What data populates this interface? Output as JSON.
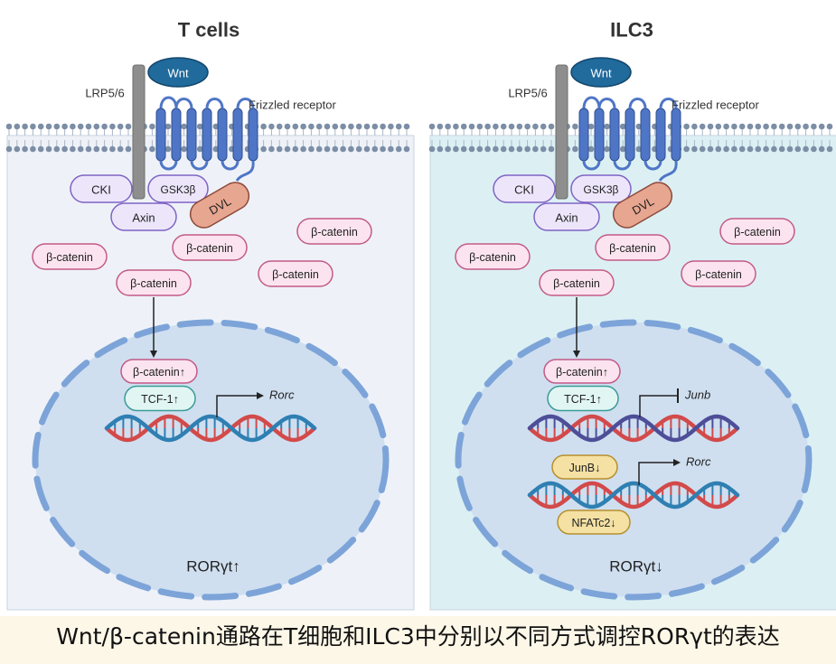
{
  "panels": [
    {
      "title": "T cells",
      "lrp_label": "LRP5/6",
      "wnt_label": "Wnt",
      "frizzled_label": "Frizzled receptor",
      "cki_label": "CKI",
      "gsk_label": "GSK3β",
      "axin_label": "Axin",
      "dvl_label": "DVL",
      "bcat_label": "β-catenin",
      "bcat_up_label": "β-catenin↑",
      "tcf_label": "TCF-1↑",
      "target_label": "Rorc",
      "ror_label": "RORγt↑"
    },
    {
      "title": "ILC3",
      "lrp_label": "LRP5/6",
      "wnt_label": "Wnt",
      "frizzled_label": "Frizzled receptor",
      "cki_label": "CKI",
      "gsk_label": "GSK3β",
      "axin_label": "Axin",
      "dvl_label": "DVL",
      "bcat_label": "β-catenin",
      "bcat_up_label": "β-catenin↑",
      "tcf_label": "TCF-1↑",
      "target_label": "Junb",
      "junb_label": "JunB↓",
      "nfatc2_label": "NFATc2↓",
      "target2_label": "Rorc",
      "ror_label": "RORγt↓"
    }
  ],
  "caption": "Wnt/β-catenin通路在T细胞和ILC3中分别以不同方式调控RORγt的表达",
  "colors": {
    "cytoplasm_t": "#eef2f8",
    "cytoplasm_ilc3": "#dcf0f4",
    "membrane": "#7c8ea6",
    "receptor": "#4f76c6",
    "wnt": "#206a9c",
    "lrp": "#8e8e8e",
    "purple_fill": "#ede6fb",
    "purple_stroke": "#7f63c4",
    "pink_fill": "#fbe4ef",
    "pink_stroke": "#c35a87",
    "dvl_fill": "#e7a690",
    "nucleus": "#cfdff0",
    "nucleus_dash": "#7da4d8",
    "tcf_fill": "#e1f6f3",
    "tcf_stroke": "#3b9b98",
    "yellow_fill": "#f4e1a3",
    "yellow_stroke": "#b68f2f",
    "dna_red": "#d24a4a",
    "dna_blue": "#2f7fb2",
    "dna_purple": "#4e4e98",
    "caption_bg": "#fdf7e8"
  }
}
